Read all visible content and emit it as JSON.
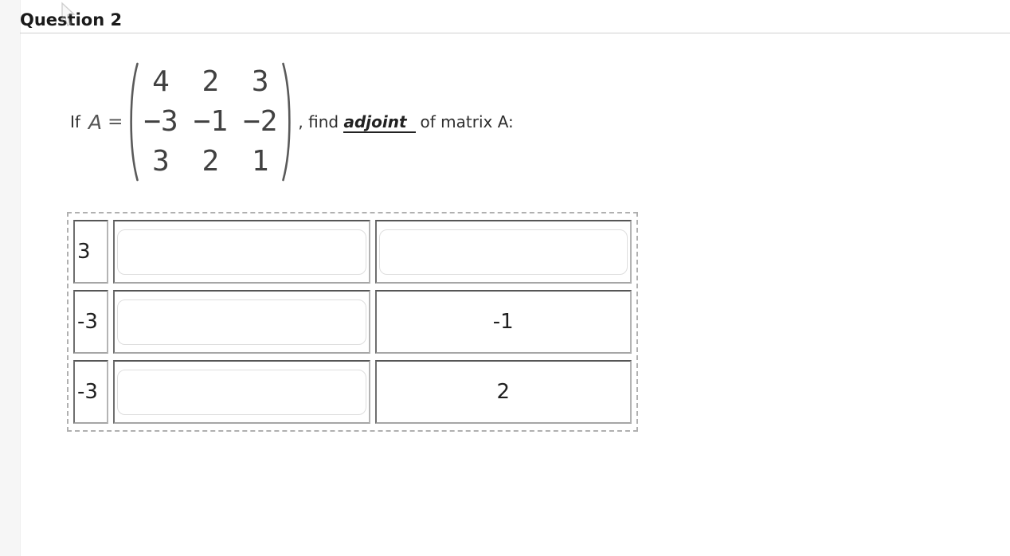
{
  "page": {
    "title": "Question 2"
  },
  "question": {
    "prefix": "If",
    "variable": "A",
    "equals": "=",
    "matrix": {
      "rows": [
        [
          "4",
          "2",
          "3"
        ],
        [
          "−3",
          "−1",
          "−2"
        ],
        [
          "3",
          "2",
          "1"
        ]
      ]
    },
    "after_matrix": ", find",
    "emphasis": "adjoint",
    "suffix": "of matrix A:"
  },
  "answer_table": {
    "rows": [
      {
        "given": "3",
        "middle_input_value": "",
        "right_kind": "input",
        "right_input_value": "",
        "right_text": ""
      },
      {
        "given": "-3",
        "middle_input_value": "",
        "right_kind": "text",
        "right_text": "-1"
      },
      {
        "given": "-3",
        "middle_input_value": "",
        "right_kind": "text",
        "right_text": "2"
      }
    ]
  },
  "colors": {
    "cell_border_dark": "#565656",
    "cell_border_light": "#b4b4b4",
    "dashed_border": "#b0b0b0",
    "input_border": "#dedede",
    "title_rule": "#cfcfcf",
    "text_primary": "#1f1f1f",
    "math_gray": "#555555"
  }
}
